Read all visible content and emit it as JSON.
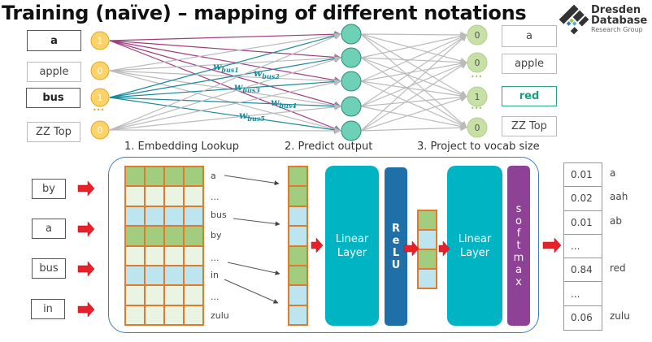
{
  "title": "Training (naïve) – mapping of different notations",
  "logo": {
    "line1": "Dresden",
    "line2": "Database",
    "line3": "Research Group"
  },
  "network": {
    "inputs": [
      {
        "word": "a",
        "value": "1"
      },
      {
        "word": "apple",
        "value": "0"
      },
      {
        "word": "bus",
        "value": "1"
      },
      {
        "word": "ZZ Top",
        "value": "0"
      }
    ],
    "input_ellipsis": "•••",
    "outputs": [
      {
        "word": "a",
        "value": "0"
      },
      {
        "word": "apple",
        "value": "0"
      },
      {
        "word": "red",
        "value": "1"
      },
      {
        "word": "ZZ Top",
        "value": "0"
      }
    ],
    "output_ellipsis": "•••",
    "weights": [
      "bus1",
      "bus2",
      "bus3",
      "bus4",
      "bus5"
    ],
    "weight_symbol": "w",
    "colors": {
      "a_edges": "#a23b7e",
      "bus_edges": "#1a8a9a",
      "other_edges": "#bbbbbb",
      "input_node": "#fcd36b",
      "hidden_node": "#6fd0b8",
      "output_node": "#c6e0a6"
    }
  },
  "steps": [
    "1. Embedding Lookup",
    "2. Predict output",
    "3. Project to vocab size"
  ],
  "context_words": [
    "by",
    "a",
    "bus",
    "in"
  ],
  "embedding_labels": [
    "a",
    "...",
    "bus",
    "by",
    "...",
    "in",
    "...",
    "zulu"
  ],
  "layers": {
    "linear1": [
      "Linear",
      "Layer"
    ],
    "relu": [
      "R",
      "e",
      "L",
      "U"
    ],
    "linear2": [
      "Linear",
      "Layer"
    ],
    "softmax": [
      "s",
      "o",
      "f",
      "t",
      "m",
      "a",
      "x"
    ],
    "colors": {
      "linear": "#00b4c4",
      "relu": "#1f6fa8",
      "softmax": "#8e4296",
      "arrow": "#e8202a"
    }
  },
  "output_table": [
    {
      "prob": "0.01",
      "word": "a"
    },
    {
      "prob": "0.02",
      "word": "aah"
    },
    {
      "prob": "0.01",
      "word": "ab"
    },
    {
      "prob": "...",
      "word": ""
    },
    {
      "prob": "0.84",
      "word": "red"
    },
    {
      "prob": "...",
      "word": ""
    },
    {
      "prob": "0.06",
      "word": "zulu"
    }
  ]
}
